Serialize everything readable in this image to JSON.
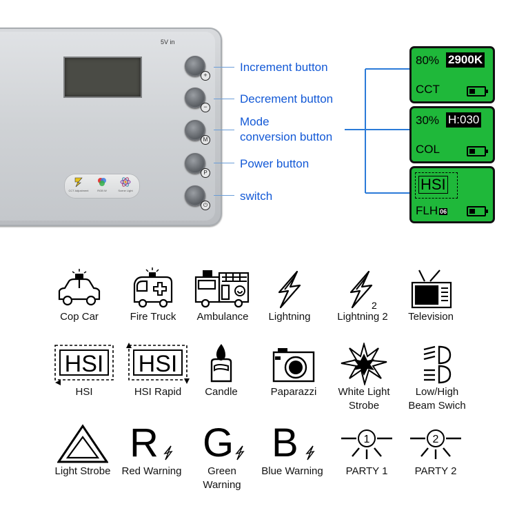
{
  "device": {
    "port_label": "5V in",
    "badges": [
      {
        "icon": "cct-icon",
        "label": "CCT Adjustment"
      },
      {
        "icon": "rgb-icon",
        "label": "RGB W"
      },
      {
        "icon": "atom-icon",
        "label": "Scene Light"
      }
    ],
    "buttons": [
      {
        "glyph": "+",
        "icon": "plus-icon"
      },
      {
        "glyph": "−",
        "icon": "minus-icon"
      },
      {
        "glyph": "M",
        "icon": "mode-icon"
      },
      {
        "glyph": "P",
        "icon": "power-p-icon"
      },
      {
        "glyph": "⏻",
        "icon": "switch-icon"
      }
    ]
  },
  "callouts": [
    {
      "label": "Increment button"
    },
    {
      "label": "Decrement button"
    },
    {
      "label_line1": "Mode",
      "label_line2": "conversion button"
    },
    {
      "label": "Power button"
    },
    {
      "label": "switch"
    }
  ],
  "screens": {
    "cct": {
      "brightness": "80%",
      "value": "2900K",
      "mode": "CCT"
    },
    "col": {
      "brightness": "30%",
      "value": "H:030",
      "mode": "COL"
    },
    "flh": {
      "effect": "HSI",
      "mode": "FLH",
      "number": "06"
    }
  },
  "colors": {
    "accent": "#1359d6",
    "lcd_green": "#1fb83a",
    "connector": "#6a9dd8"
  },
  "effects": {
    "row1": [
      {
        "icon": "cop-car-icon",
        "label": "Cop Car"
      },
      {
        "icon": "fire-truck-icon",
        "label": "Fire Truck"
      },
      {
        "icon": "ambulance-icon",
        "label": "Ambulance"
      },
      {
        "icon": "lightning-icon",
        "label": "Lightning"
      },
      {
        "icon": "lightning-2-icon",
        "label": "Lightning 2",
        "badge": "2"
      },
      {
        "icon": "television-icon",
        "label": "Television"
      }
    ],
    "row2": [
      {
        "icon": "hsi-icon",
        "label": "HSI",
        "glyph": "HSI"
      },
      {
        "icon": "hsi-rapid-icon",
        "label": "HSI Rapid",
        "glyph": "HSI"
      },
      {
        "icon": "candle-icon",
        "label": "Candle"
      },
      {
        "icon": "paparazzi-icon",
        "label": "Paparazzi"
      },
      {
        "icon": "white-strobe-icon",
        "label_line1": "White Light",
        "label_line2": "Strobe"
      },
      {
        "icon": "beam-icon",
        "label_line1": "Low/High",
        "label_line2": "Beam Swich"
      }
    ],
    "row3": [
      {
        "icon": "light-strobe-icon",
        "label": "Light Strobe"
      },
      {
        "icon": "red-warning-icon",
        "label": "Red Warning",
        "glyph": "R"
      },
      {
        "icon": "green-warning-icon",
        "label_line1": "Green",
        "label_line2": "Warning",
        "glyph": "G"
      },
      {
        "icon": "blue-warning-icon",
        "label": "Blue Warning",
        "glyph": "B"
      },
      {
        "icon": "party-1-icon",
        "label": "PARTY 1",
        "badge": "1"
      },
      {
        "icon": "party-2-icon",
        "label": "PARTY 2",
        "badge": "2"
      }
    ]
  }
}
